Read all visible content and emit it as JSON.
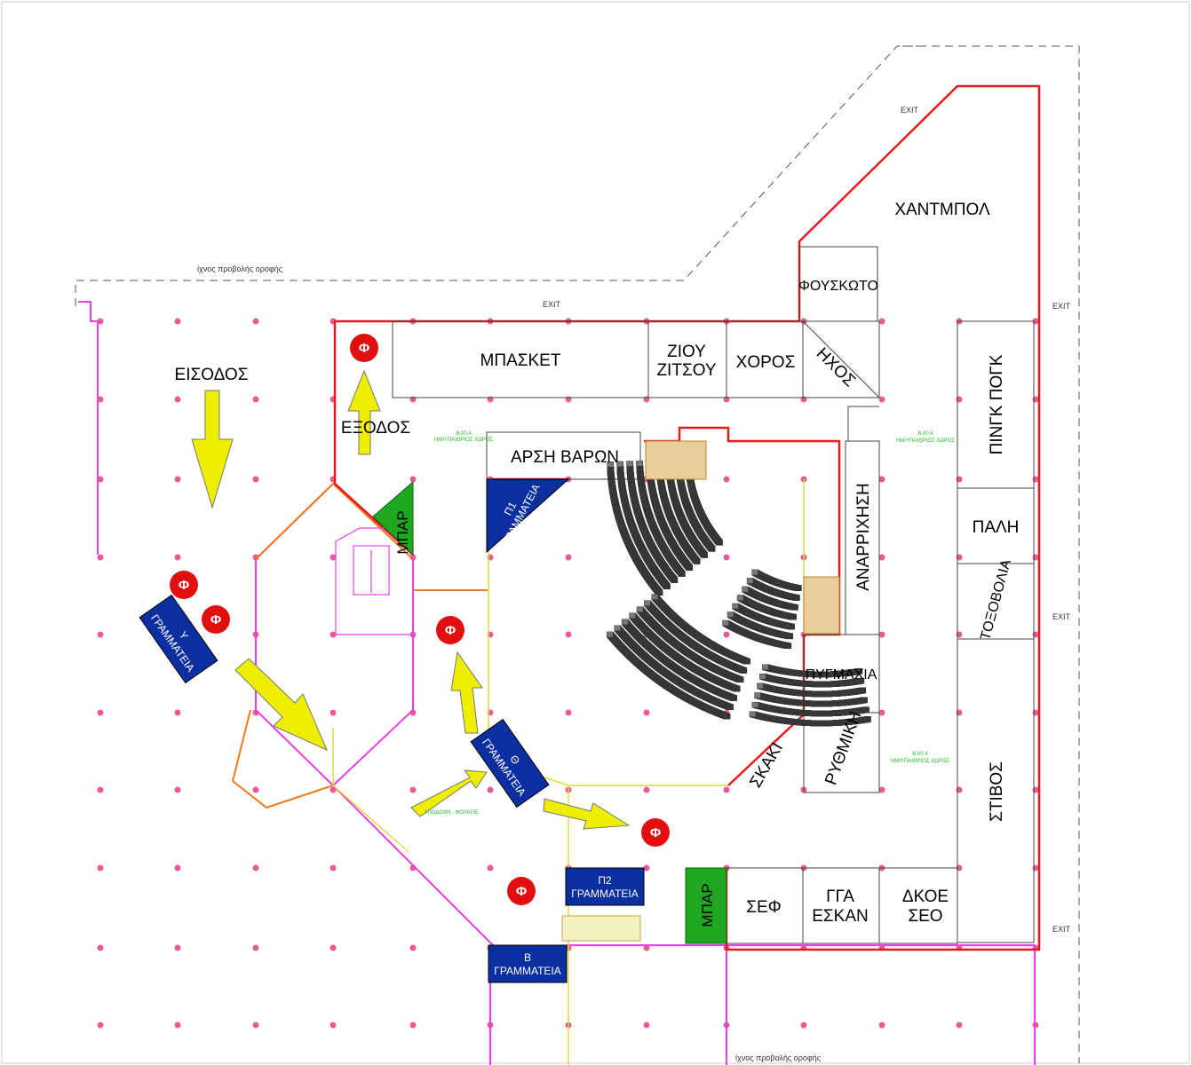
{
  "labels": {
    "roof_trace_top": "ίχνος προβολής οροφής",
    "roof_trace_bottom": "ίχνος προβολής οροφής",
    "exit": "EXIT",
    "entrance": "ΕΙΣΟΔΟΣ",
    "exit_gr": "ΕΞΟΔΟΣ",
    "semi_outdoor": "Β.00.4\nΗΜΙΥΠΑΙΘΡΙΟΣ ΧΩΡΟΣ",
    "reception": "ΥΠΟΔΟΧΗ - ΦΟΥΑΓΙΕ"
  },
  "rooms": {
    "handball": "ΧΑΝΤΜΠΟΛ",
    "foosball": "ΦΟΥΣΚΩΤΟ",
    "basketball": "ΜΠΑΣΚΕΤ",
    "ziou_line1": "ΖΙΟΥ",
    "ziou_line2": "ΖΙΤΣΟΥ",
    "dance": "ΧΟΡΟΣ",
    "sound": "ΗΧΟΣ",
    "pingpong": "ΠΙΝΓΚ ΠΟΓΚ",
    "weightlifting": "ΑΡΣΗ ΒΑΡΩΝ",
    "climbing": "ΑΝΑΡΡΙΧΗΣΗ",
    "wrestling": "ΠΑΛΗ",
    "archery": "ΤΟΞΟΒΟΛΙΑ",
    "boxing": "ΠΥΓΜΑΧΙΑ",
    "rhythmic": "ΡΥΘΜΙΚΗ",
    "chess": "ΣΚΑΚΙ",
    "track": "ΣΤΙΒΟΣ",
    "bar_top": "ΜΠΑΡ",
    "bar_bottom": "ΜΠΑΡ",
    "sef": "ΣΕΦ",
    "gga_line1": "ΓΓΑ",
    "gga_line2": "ΕΣΚΑΝ",
    "dkoe_line1": "ΔΚΟΕ",
    "dkoe_line2": "ΣΕΟ"
  },
  "secretariats": {
    "p1_line1": "Π1",
    "p1_line2": "ΓΡΑΜΜΑΤΕΙΑ",
    "y_line1": "Υ",
    "y_line2": "ΓΡΑΜΜΑΤΕΙΑ",
    "theta_line1": "Θ",
    "theta_line2": "ΓΡΑΜΜΑΤΕΙΑ",
    "p2_line1": "Π2",
    "p2_line2": "ΓΡΑΜΜΑΤΕΙΑ",
    "b_line1": "Β",
    "b_line2": "ΓΡΑΜΜΑΤΕΙΑ"
  },
  "markers": {
    "phi": "Φ"
  },
  "colors": {
    "red_outline": "#e8191c",
    "magenta": "#e83ee8",
    "yellow_arrow": "#eeee00",
    "green_bar": "#1fa81f",
    "blue_badge": "#0b2fa0",
    "phi_red": "#e01010",
    "grid_dot": "#e85a9a"
  }
}
